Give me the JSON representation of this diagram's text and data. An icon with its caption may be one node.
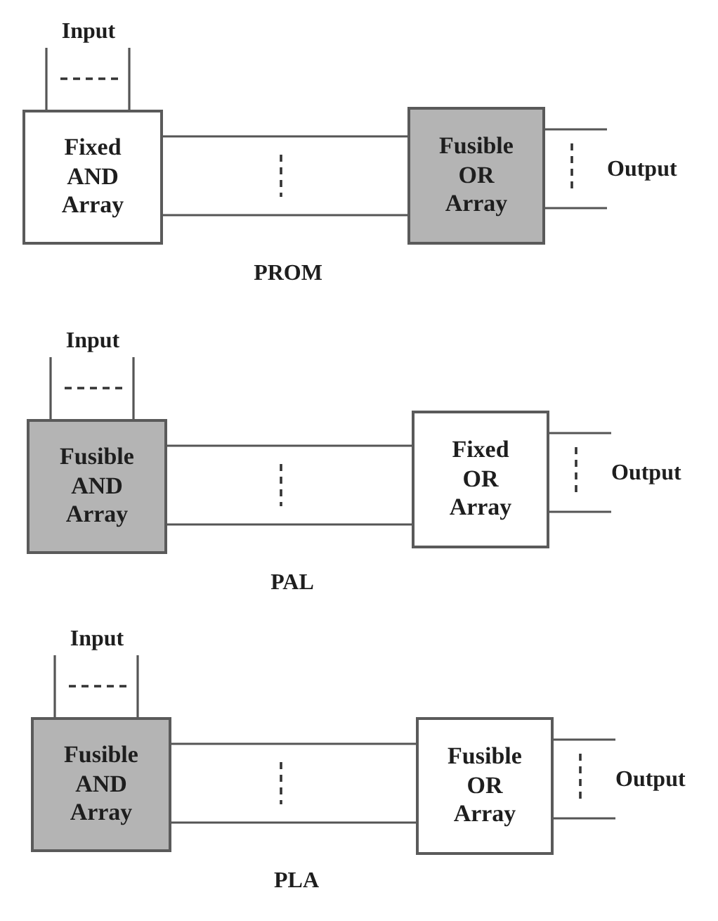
{
  "diagram": {
    "nodes": [
      {
        "text": [
          "Input"
        ]
      },
      {
        "text": [
          "Fixed AND Array"
        ]
      },
      {
        "text": [
          "Fusible OR Array"
        ]
      },
      {
        "text": [
          "Output"
        ]
      },
      {
        "text": [
          "Input"
        ]
      },
      {
        "text": [
          "Fusible AND Array"
        ]
      },
      {
        "text": [
          "Fixed OR Array"
        ]
      },
      {
        "text": [
          "Output"
        ]
      },
      {
        "text": [
          "Input"
        ]
      },
      {
        "text": [
          "Fusible AND Array"
        ]
      },
      {
        "text": [
          "Fusible OR Array"
        ]
      },
      {
        "text": [
          "Output"
        ]
      }
    ],
    "edges": [
      {
        "from": 0,
        "to": 1,
        "arrow": "none"
      },
      {
        "from": 0,
        "to": 1,
        "arrow": "none"
      },
      {
        "from": 1,
        "to": 2,
        "arrow": "none"
      },
      {
        "from": 1,
        "to": 2,
        "arrow": "none"
      },
      {
        "from": 2,
        "to": 3,
        "arrow": "none"
      },
      {
        "from": 2,
        "to": 3,
        "arrow": "none"
      },
      {
        "from": 4,
        "to": 5,
        "arrow": "none"
      },
      {
        "from": 4,
        "to": 5,
        "arrow": "none"
      },
      {
        "from": 5,
        "to": 6,
        "arrow": "none"
      },
      {
        "from": 5,
        "to": 6,
        "arrow": "none"
      },
      {
        "from": 6,
        "to": 7,
        "arrow": "none"
      },
      {
        "from": 6,
        "to": 7,
        "arrow": "none"
      },
      {
        "from": 8,
        "to": 9,
        "arrow": "none"
      },
      {
        "from": 8,
        "to": 9,
        "arrow": "none"
      },
      {
        "from": 9,
        "to": 10,
        "arrow": "none"
      },
      {
        "from": 9,
        "to": 10,
        "arrow": "none"
      },
      {
        "from": 10,
        "to": 11,
        "arrow": "none"
      },
      {
        "from": 10,
        "to": 11,
        "arrow": "none"
      }
    ],
    "labels": [
      "PROM",
      "PAL",
      "PLA"
    ]
  }
}
